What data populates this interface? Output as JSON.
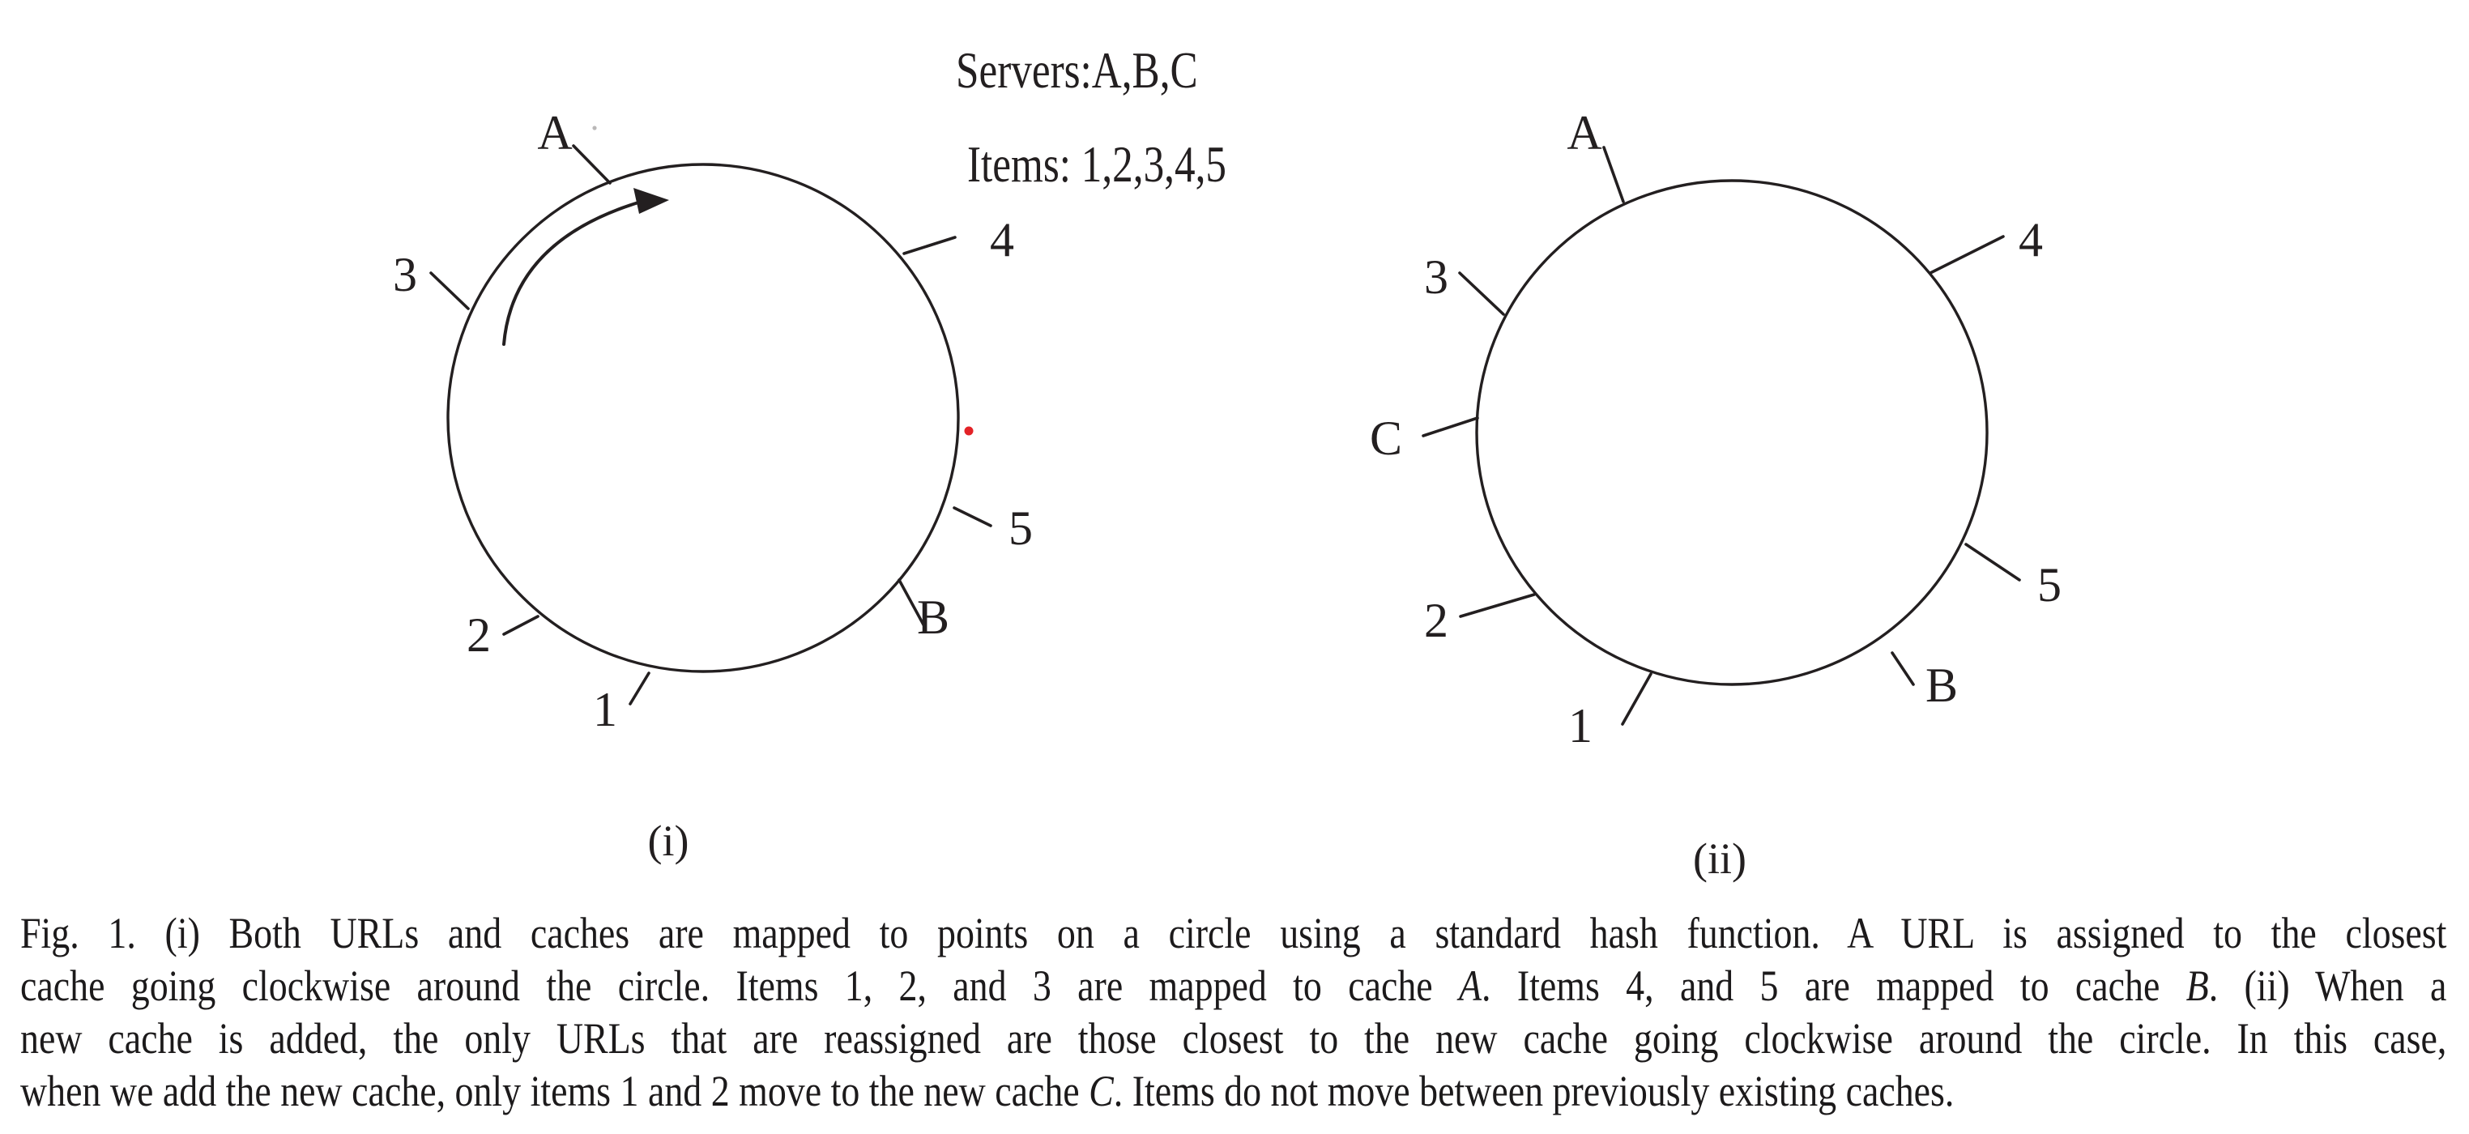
{
  "legend": {
    "servers": "Servers:A,B,C",
    "items": "Items: 1,2,3,4,5"
  },
  "diagram_left": {
    "sublabel": "(i)",
    "cache_labels": {
      "A": "A",
      "B": "B"
    },
    "item_labels": {
      "1": "1",
      "2": "2",
      "3": "3",
      "4": "4",
      "5": "5"
    }
  },
  "diagram_right": {
    "sublabel": "(ii)",
    "cache_labels": {
      "A": "A",
      "B": "B",
      "C": "C"
    },
    "item_labels": {
      "1": "1",
      "2": "2",
      "3": "3",
      "4": "4",
      "5": "5"
    }
  },
  "colors": {
    "line": "#231f20",
    "red_dot": "#e32227",
    "background": "#ffffff"
  },
  "caption": {
    "prefix": "Fig. 1.",
    "lines": [
      {
        "align": "justify",
        "segments": [
          {
            "text": "Fig. 1. (i) Both URLs and caches are mapped to points on a circle using a standard hash function. A URL is assigned to the closest",
            "italic": false
          }
        ]
      },
      {
        "align": "justify",
        "segments": [
          {
            "text": "cache going clockwise around the circle. Items 1, 2, and 3 are mapped to cache ",
            "italic": false
          },
          {
            "text": "A",
            "italic": true
          },
          {
            "text": ". Items 4, and 5 are mapped to cache ",
            "italic": false
          },
          {
            "text": "B",
            "italic": true
          },
          {
            "text": ". (ii) When a",
            "italic": false
          }
        ]
      },
      {
        "align": "justify",
        "segments": [
          {
            "text": "new cache is added, the only URLs that are reassigned are those closest to the new cache going clockwise around the circle. In this case,",
            "italic": false
          }
        ]
      },
      {
        "align": "left",
        "segments": [
          {
            "text": "when we add the new cache, only items 1 and 2 move to the new cache ",
            "italic": false
          },
          {
            "text": "C",
            "italic": true
          },
          {
            "text": ". Items do not move between previously existing caches.",
            "italic": false
          }
        ]
      }
    ]
  }
}
